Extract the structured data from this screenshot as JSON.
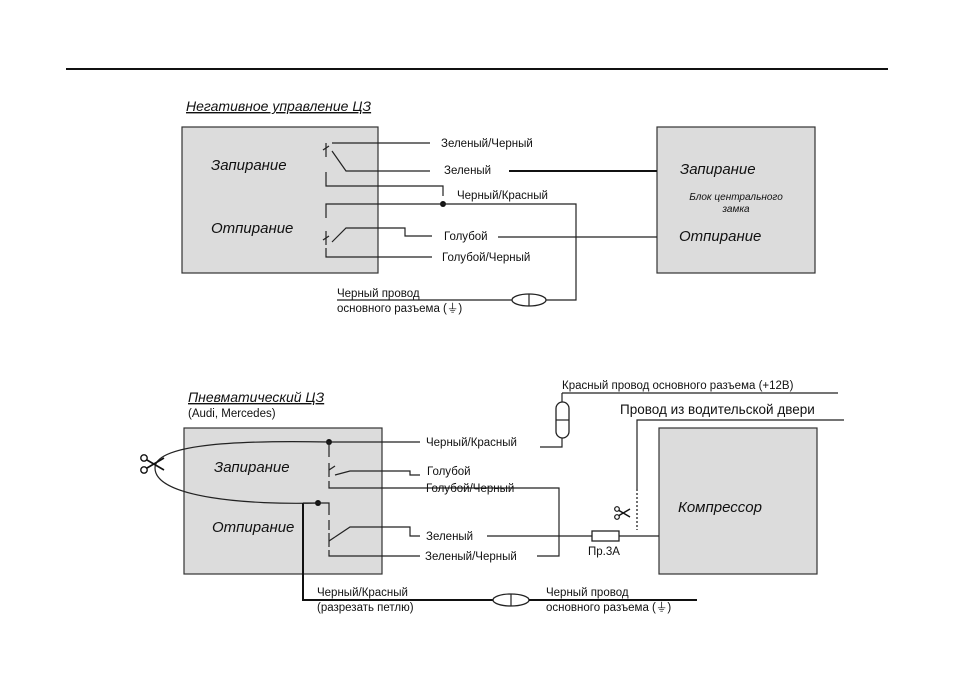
{
  "diagram1": {
    "title": "Негативное управление ЦЗ",
    "left_box": {
      "top_label": "Запирание",
      "bottom_label": "Отпирание"
    },
    "right_box": {
      "top_label": "Запирание",
      "caption_line1": "Блок центрального",
      "caption_line2": "замка",
      "bottom_label": "Отпирание"
    },
    "wires": {
      "green_black": "Зеленый/Черный",
      "green": "Зеленый",
      "black_red": "Черный/Красный",
      "blue": "Голубой",
      "blue_black": "Голубой/Черный"
    },
    "ground_line1": "Черный провод",
    "ground_line2": "основного разъема (⏚)"
  },
  "diagram2": {
    "title": "Пневматический  ЦЗ",
    "subtitle": "(Audi, Mercedes)",
    "left_box": {
      "top_label": "Запирание",
      "bottom_label": "Отпирание"
    },
    "right_box": {
      "label": "Компрессор"
    },
    "red_wire": "Красный провод  основного разъема (+12В)",
    "driver_door_wire": "Провод из водительской двери",
    "wires": {
      "black_red": "Черный/Красный",
      "blue": "Голубой",
      "blue_black": "Голубой/Черный",
      "green": "Зеленый",
      "green_black": "Зеленый/Черный"
    },
    "fuse": "Пр.3А",
    "cut_line1": "Черный/Красный",
    "cut_line2": "(разрезать петлю)",
    "ground_line1": "Черный провод",
    "ground_line2": "основного разъема (⏚)"
  },
  "icons": [
    "scissors-icon",
    "fuse-icon",
    "ground-icon",
    "connector-icon"
  ]
}
